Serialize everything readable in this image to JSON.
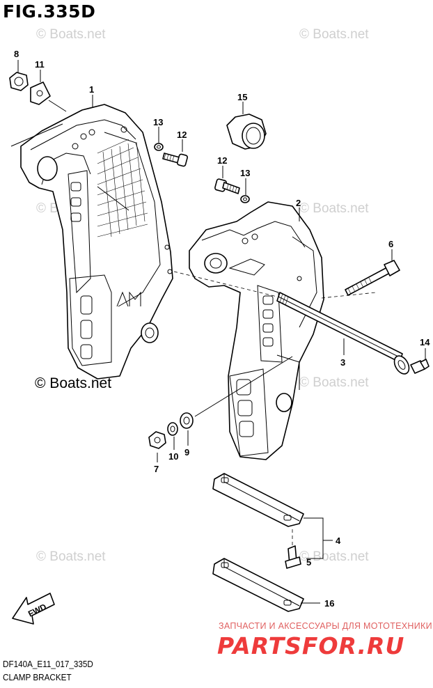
{
  "figure": {
    "title": "FIG.335D"
  },
  "watermarks": {
    "faint": "© Boats.net",
    "dark": "© Boats.net"
  },
  "callouts": [
    "8",
    "11",
    "1",
    "13",
    "12",
    "15",
    "12",
    "13",
    "2",
    "6",
    "3",
    "14",
    "7",
    "10",
    "9",
    "4",
    "5",
    "16"
  ],
  "fwd_label": "FWD",
  "footer": {
    "code": "DF140A_E11_017_335D",
    "name": "CLAMP BRACKET"
  },
  "shop": {
    "tagline": "ЗАПЧАСТИ И АКСЕССУАРЫ ДЛЯ МОТОТЕХНИКИ",
    "logo": "PARTSFOR.RU"
  }
}
